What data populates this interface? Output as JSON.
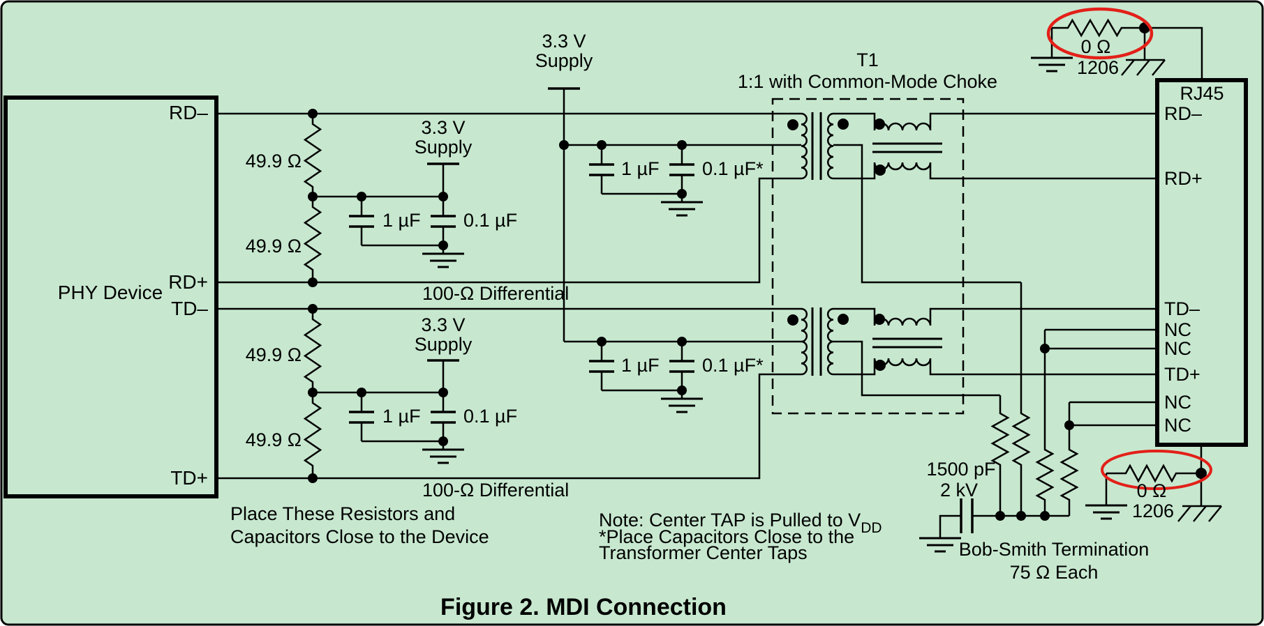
{
  "colors": {
    "background": "#c7e8cf",
    "line": "#000000",
    "highlight": "#e32019"
  },
  "title": "Figure 2. MDI Connection",
  "phy": {
    "label": "PHY Device",
    "pins": {
      "rd_minus": "RD–",
      "rd_plus": "RD+",
      "td_minus": "TD–",
      "td_plus": "TD+"
    }
  },
  "left_termination": {
    "resistor_value": "49.9 Ω",
    "cap_large": "1 µF",
    "cap_small": "0.1 µF",
    "note_line1": "Place These Resistors and",
    "note_line2": "Capacitors Close to the Device"
  },
  "supply": {
    "line1": "3.3 V",
    "line2": "Supply"
  },
  "diff_label": "100-Ω Differential",
  "center_taps": {
    "cap_large": "1 µF",
    "cap_small": "0.1 µF*"
  },
  "transformer": {
    "designator": "T1",
    "subtitle": "1:1 with Common-Mode Choke"
  },
  "rj45": {
    "label": "RJ45",
    "pins": [
      "RD–",
      "RD+",
      "TD–",
      "NC",
      "NC",
      "TD+",
      "NC",
      "NC"
    ]
  },
  "zero_ohm": {
    "value": "0 Ω",
    "package": "1206"
  },
  "esd_cap": {
    "value": "1500 pF",
    "rating": "2 kV"
  },
  "bob_smith": {
    "line1": "Bob-Smith Termination",
    "line2": "75 Ω Each"
  },
  "note": {
    "line1": "Note: Center TAP is Pulled to V",
    "line1_sub": "DD",
    "line2": "*Place Capacitors Close to the",
    "line3": "Transformer Center Taps"
  }
}
